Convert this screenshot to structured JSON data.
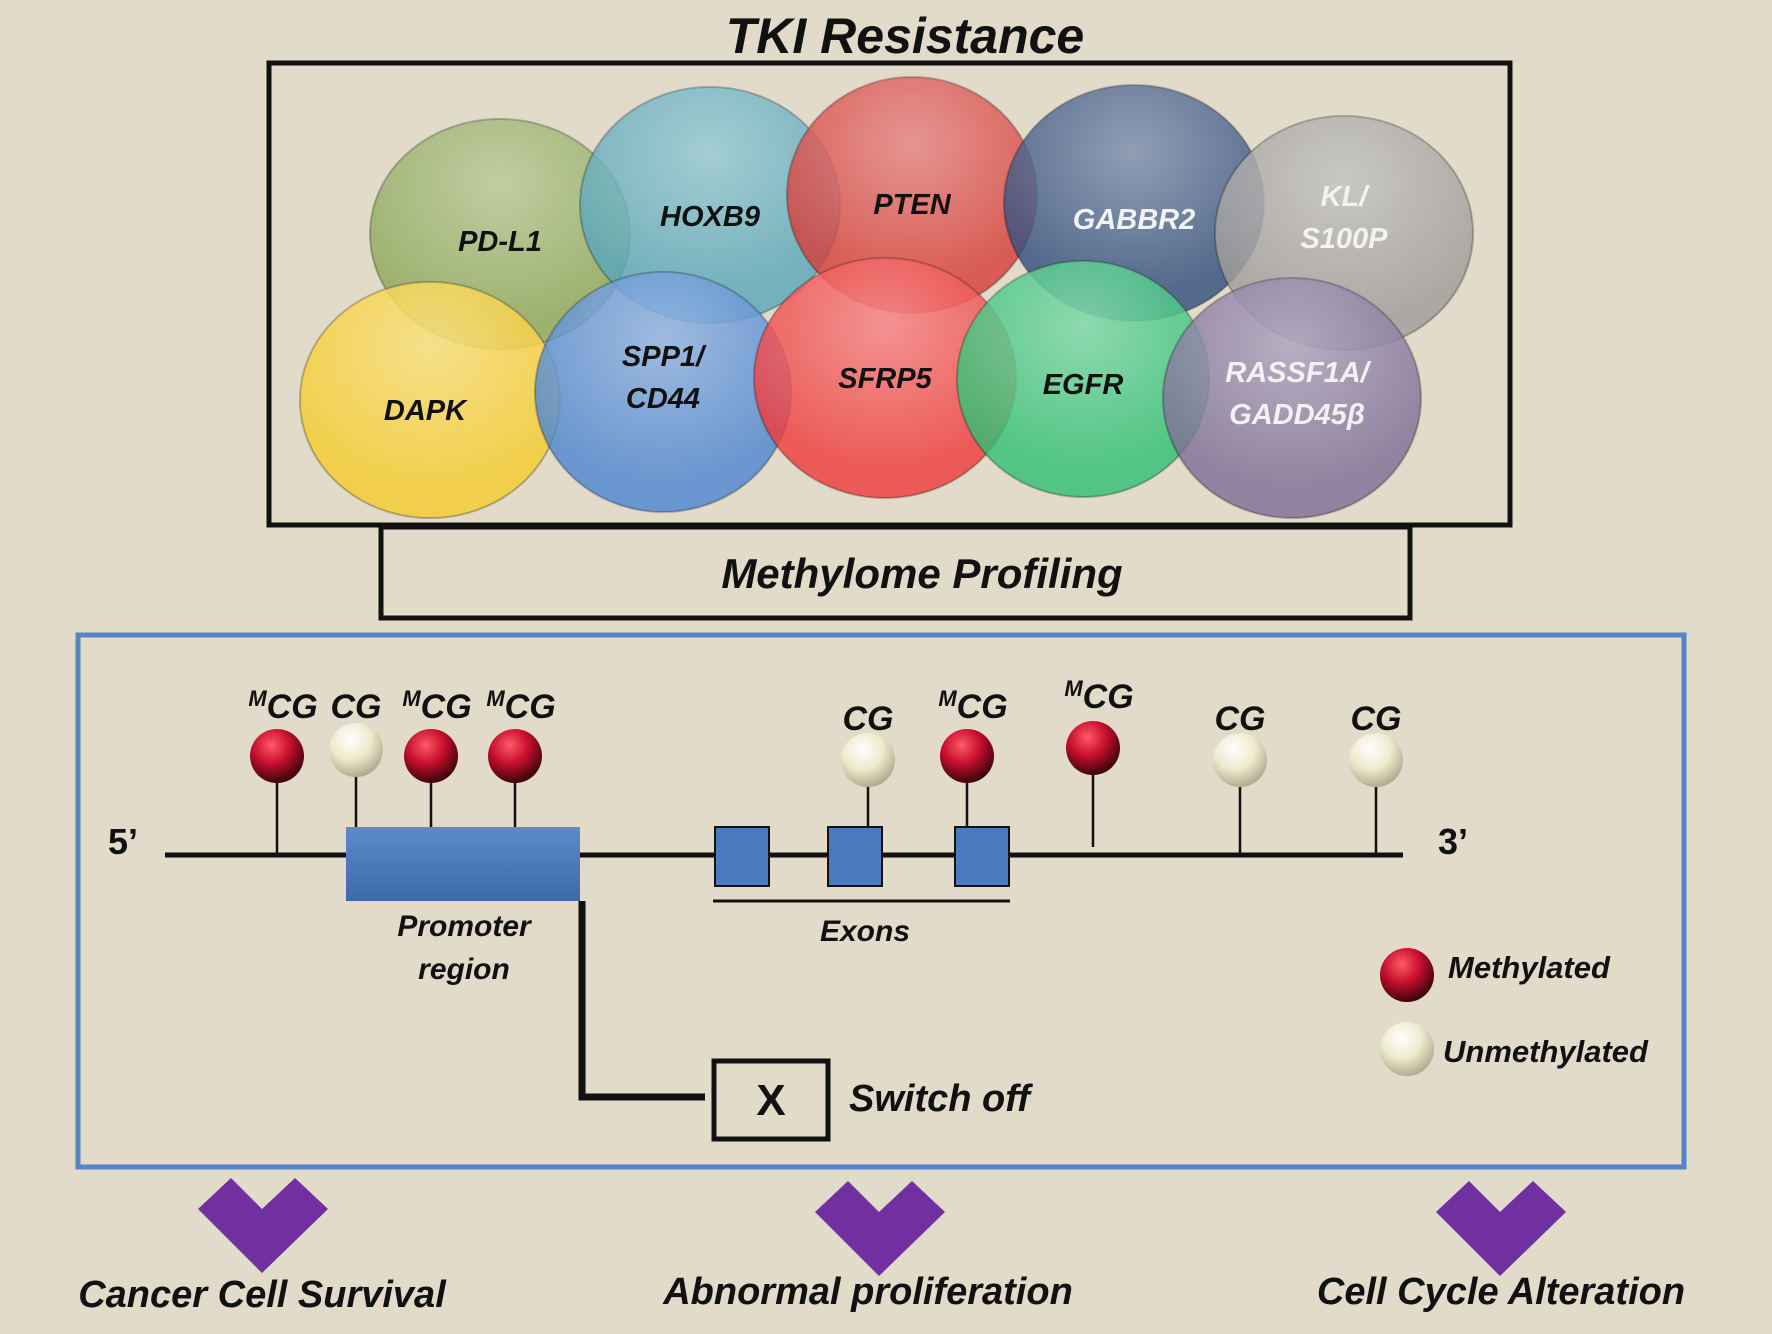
{
  "title": "TKI Resistance",
  "banner": "Methylome Profiling",
  "colors": {
    "background": "#e2dbca",
    "frame_border": "#111111",
    "panel_border": "#5585c6",
    "gene_box": "#4a7bbd",
    "methylated": "#c8102e",
    "unmethylated": "#eeeacc",
    "arrow": "#7030a0"
  },
  "genes": [
    {
      "id": "pd-l1",
      "lines": [
        "PD-L1"
      ],
      "color": "#8fa85c",
      "text_style": "dark"
    },
    {
      "id": "hoxb9",
      "lines": [
        "HOXB9"
      ],
      "color": "#5aa7b8",
      "text_style": "dark"
    },
    {
      "id": "pten",
      "lines": [
        "PTEN"
      ],
      "color": "#d6403a",
      "text_style": "dark"
    },
    {
      "id": "gabbr2",
      "lines": [
        "GABBR2"
      ],
      "color": "#34507e",
      "text_style": "light"
    },
    {
      "id": "kl-s100p",
      "lines": [
        "KL/",
        "S100P"
      ],
      "color": "#a09e9b",
      "text_style": "light"
    },
    {
      "id": "dapk",
      "lines": [
        "DAPK"
      ],
      "color": "#f5cc2e",
      "text_style": "dark"
    },
    {
      "id": "spp1-cd44",
      "lines": [
        "SPP1/",
        "CD44"
      ],
      "color": "#4f86cf",
      "text_style": "dark"
    },
    {
      "id": "sfrp5",
      "lines": [
        "SFRP5"
      ],
      "color": "#ee3d3d",
      "text_style": "dark"
    },
    {
      "id": "egfr",
      "lines": [
        "EGFR"
      ],
      "color": "#32c074",
      "text_style": "dark"
    },
    {
      "id": "rassf1a-gadd45b",
      "lines": [
        "RASSF1A/",
        "GADD45β"
      ],
      "color": "#7e6f96",
      "text_style": "light"
    }
  ],
  "gene_map": {
    "five_prime": "5’",
    "three_prime": "3’",
    "promoter_label": [
      "Promoter",
      "region"
    ],
    "exons_label": "Exons",
    "cpg_sites": [
      {
        "methylated": true,
        "label": "CG",
        "superscript": "M"
      },
      {
        "methylated": false,
        "label": "CG",
        "superscript": ""
      },
      {
        "methylated": true,
        "label": "CG",
        "superscript": "M"
      },
      {
        "methylated": true,
        "label": "CG",
        "superscript": "M"
      },
      {
        "methylated": false,
        "label": "CG",
        "superscript": ""
      },
      {
        "methylated": true,
        "label": "CG",
        "superscript": "M"
      },
      {
        "methylated": true,
        "label": "CG",
        "superscript": "M"
      },
      {
        "methylated": false,
        "label": "CG",
        "superscript": ""
      },
      {
        "methylated": false,
        "label": "CG",
        "superscript": ""
      }
    ],
    "switch_symbol": "X",
    "switch_label": "Switch off",
    "legend": {
      "methylated": "Methylated",
      "unmethylated": "Unmethylated"
    }
  },
  "outcomes": [
    "Cancer Cell Survival",
    "Abnormal proliferation",
    "Cell Cycle Alteration"
  ]
}
